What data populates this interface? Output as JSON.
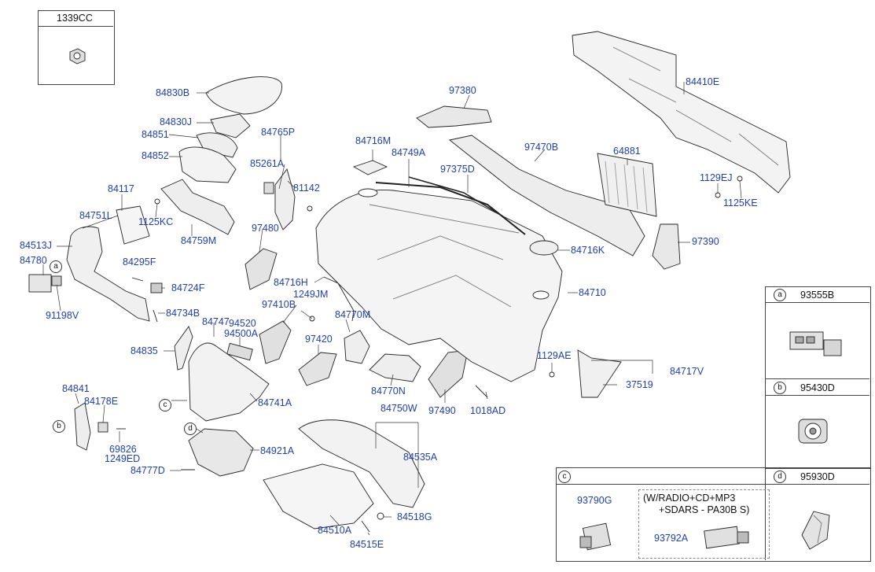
{
  "boxes": {
    "top_left": {
      "code": "1339CC"
    },
    "a": {
      "marker": "a",
      "code": "93555B"
    },
    "b": {
      "marker": "b",
      "code": "95430D"
    },
    "c": {
      "marker": "c",
      "code": "93790G",
      "note_line1": "(W/RADIO+CD+MP3",
      "note_line2": "+SDARS - PA30B S)",
      "note_code": "93792A"
    },
    "d": {
      "marker": "d",
      "code": "95930D"
    }
  },
  "markers": {
    "a": "a",
    "b": "b",
    "c": "c",
    "d": "d"
  },
  "labels": {
    "l84830B": "84830B",
    "l84830J": "84830J",
    "l84851": "84851",
    "l84852": "84852",
    "l84765P": "84765P",
    "l85261A": "85261A",
    "l81142": "81142",
    "l84117": "84117",
    "l1125KC": "1125KC",
    "l84759M": "84759M",
    "l84751L": "84751L",
    "l84513J": "84513J",
    "l84780": "84780",
    "l84295F": "84295F",
    "l84724F": "84724F",
    "l91198V": "91198V",
    "l84734B": "84734B",
    "l97480": "97480",
    "l84716H": "84716H",
    "l1249JM": "1249JM",
    "l97410B": "97410B",
    "l84747": "84747",
    "l94520": "94520",
    "l94500A": "94500A",
    "l84835": "84835",
    "l84770M": "84770M",
    "l97420": "97420",
    "l84770N": "84770N",
    "l84741A": "84741A",
    "l84841": "84841",
    "l84178E": "84178E",
    "l69826": "69826",
    "l1249ED": "1249ED",
    "l84921A": "84921A",
    "l84777D": "84777D",
    "l84750W": "84750W",
    "l84535A": "84535A",
    "l84518G": "84518G",
    "l84510A": "84510A",
    "l84515E": "84515E",
    "l97490": "97490",
    "l1018AD": "1018AD",
    "l1129AE": "1129AE",
    "l37519": "37519",
    "l84717V": "84717V",
    "l84710": "84710",
    "l84716K": "84716K",
    "l97390": "97390",
    "l84716M": "84716M",
    "l84749A": "84749A",
    "l97375D": "97375D",
    "l97380": "97380",
    "l97470B": "97470B",
    "l64881": "64881",
    "l84410E": "84410E",
    "l1129EJ": "1129EJ",
    "l1125KE": "1125KE"
  }
}
